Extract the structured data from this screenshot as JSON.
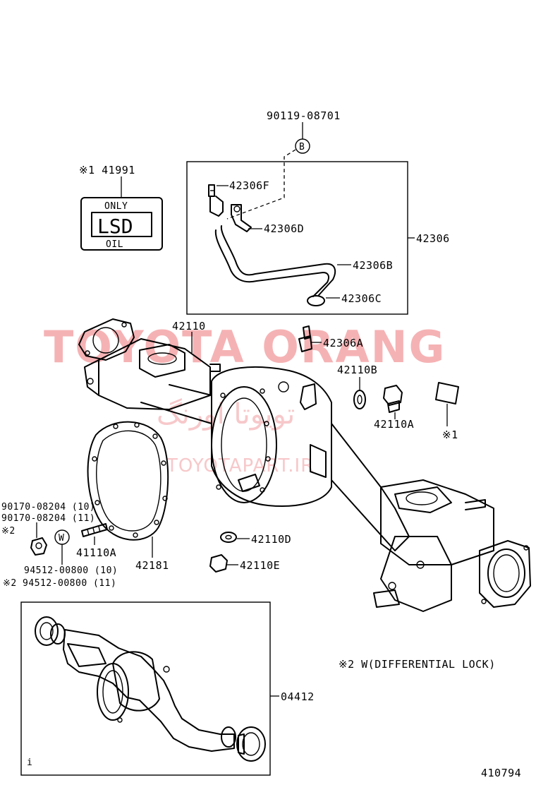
{
  "labels": {
    "top_bolt": "90119-08701",
    "marker_b": "B",
    "plate_number": "※1 41991",
    "plate_only": "ONLY",
    "plate_lsd": "LSD",
    "plate_oil": "OIL",
    "p42306F": "42306F",
    "p42306D": "42306D",
    "p42306": "42306",
    "p42306B": "42306B",
    "p42306C": "42306C",
    "p42110": "42110",
    "p42306A": "42306A",
    "p42110B": "42110B",
    "p42110A": "42110A",
    "mark1": "※1",
    "p90170a": "90170-08204 (10)",
    "p90170b": "90170-08204 (11)",
    "mark2": "※2",
    "marker_w": "W",
    "p41110A": "41110A",
    "p42181": "42181",
    "p42110D": "42110D",
    "p42110E": "42110E",
    "p94512a": "94512-00800 (10)",
    "p94512b": "※2 94512-00800 (11)",
    "note_diff_lock": "※2 W(DIFFERENTIAL LOCK)",
    "p04412": "04412",
    "figure_number": "410794",
    "box_corner_mark": "i"
  },
  "watermark": {
    "main": "TOYOTA ORANG",
    "arabic": "تویوتا اورنگ",
    "site": "TOYOTAPART.IR",
    "color": "#f4a5a8"
  }
}
